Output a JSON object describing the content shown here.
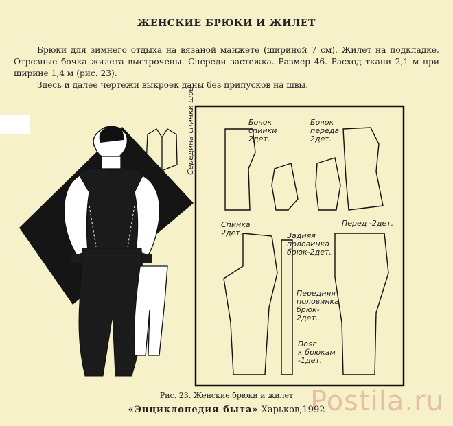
{
  "document": {
    "title": "ЖЕНСКИЕ БРЮКИ И ЖИЛЕТ",
    "paragraph1": "Брюки для зимнего отдыха на вязаной манжете (шириной 7 см). Жилет на подкладке. Отрезные бочка жилета выстрочены. Спереди застежка. Размер 46. Расход ткани 2,1 м при ширине 1,4 м (рис. 23).",
    "paragraph2": "Здесь и далее чертежи выкроек даны без припусков на швы.",
    "caption": "Рис. 23. Женские брюки и жилет",
    "source_title": "«Энциклопедия быта»",
    "source_rest": " Харьков,1992"
  },
  "pattern_labels": {
    "back_side": "Бочок\nспинки\n2дет.",
    "front_side": "Бочок\nпереда\n2дет.",
    "back": "Спинка\n2дет.",
    "front": "Перед -2дет.",
    "back_half": "Задняя\nполовинка\nбрюк-2дет.",
    "front_half": "Передняя\nполовинка\nбрюк-\n2дет.",
    "belt": "Пояс\nк брюкам\n-1дет.",
    "center_back": "Середина спинки шов"
  },
  "watermark": "Postila.ru",
  "colors": {
    "background": "#f6f1c9",
    "watermark": "#b63338",
    "ink": "#222222"
  }
}
